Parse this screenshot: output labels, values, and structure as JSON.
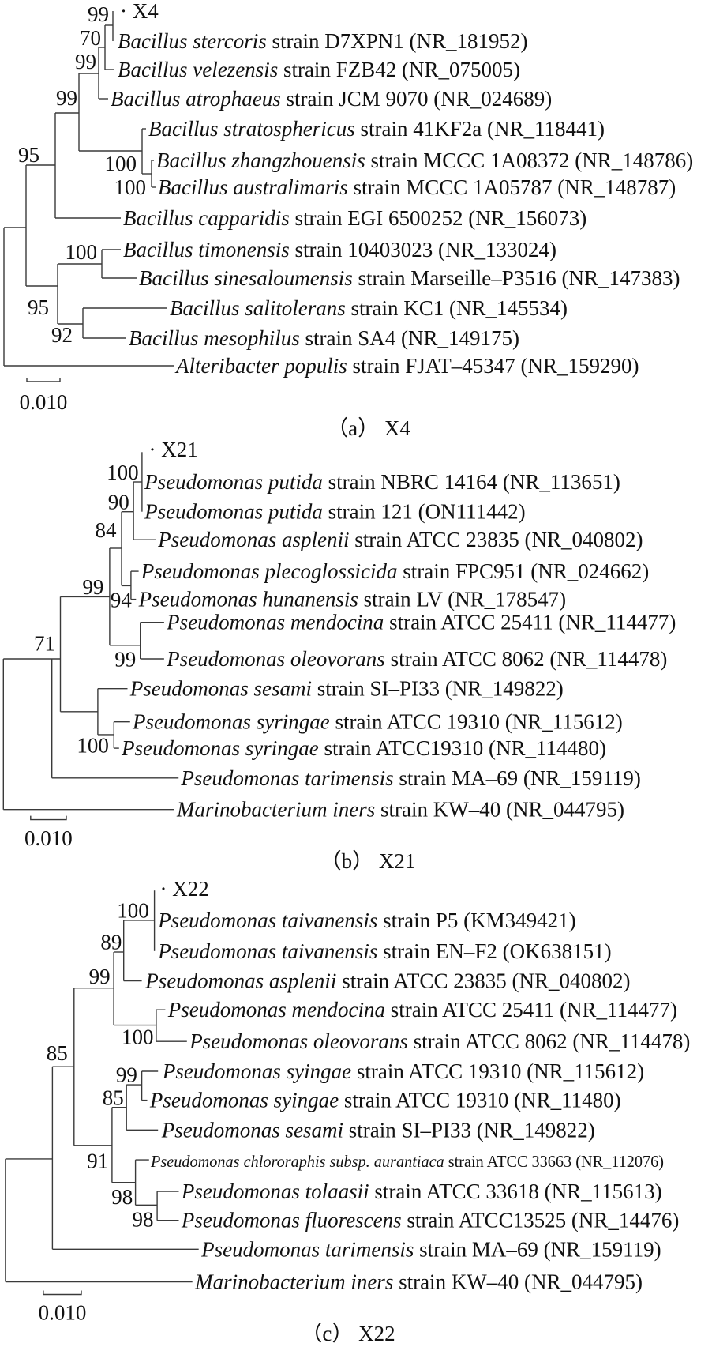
{
  "figure": {
    "panels": [
      {
        "id": "a",
        "caption": "（a） X4",
        "scale_label": "0.010",
        "bootstraps": [
          "99",
          "70",
          "99",
          "99",
          "95",
          "100",
          "100",
          "100",
          "95",
          "92"
        ],
        "leaves": [
          {
            "name": "",
            "rest": "· X4"
          },
          {
            "name": "Bacillus stercoris",
            "rest": " strain D7XPN1 (NR_181952)"
          },
          {
            "name": "Bacillus velezensis",
            "rest": " strain FZB42 (NR_075005)"
          },
          {
            "name": "Bacillus atrophaeus",
            "rest": " strain JCM 9070 (NR_024689)"
          },
          {
            "name": "Bacillus stratosphericus",
            "rest": " strain 41KF2a (NR_118441)"
          },
          {
            "name": "Bacillus zhangzhouensis",
            "rest": " strain MCCC 1A08372 (NR_148786)"
          },
          {
            "name": "Bacillus australimaris",
            "rest": " strain MCCC 1A05787 (NR_148787)"
          },
          {
            "name": "Bacillus capparidis",
            "rest": " strain EGI 6500252 (NR_156073)"
          },
          {
            "name": "Bacillus timonensis",
            "rest": " strain 10403023 (NR_133024)"
          },
          {
            "name": "Bacillus sinesaloumensis",
            "rest": " strain Marseille–P3516 (NR_147383)"
          },
          {
            "name": "Bacillus salitolerans",
            "rest": " strain KC1 (NR_145534)"
          },
          {
            "name": "Bacillus mesophilus",
            "rest": " strain SA4 (NR_149175)"
          },
          {
            "name": "Alteribacter populis",
            "rest": " strain FJAT–45347 (NR_159290)"
          }
        ]
      },
      {
        "id": "b",
        "caption": "（b） X21",
        "scale_label": "0.010",
        "bootstraps": [
          "100",
          "90",
          "84",
          "99",
          "94",
          "71",
          "99",
          "100"
        ],
        "leaves": [
          {
            "name": "",
            "rest": "· X21"
          },
          {
            "name": "Pseudomonas putida",
            "rest": " strain NBRC 14164 (NR_113651)"
          },
          {
            "name": "Pseudomonas putida",
            "rest": " strain 121 (ON111442)"
          },
          {
            "name": "Pseudomonas asplenii",
            "rest": " strain ATCC 23835 (NR_040802)"
          },
          {
            "name": "Pseudomonas plecoglossicida",
            "rest": " strain FPC951 (NR_024662)"
          },
          {
            "name": "Pseudomonas hunanensis",
            "rest": " strain LV (NR_178547)"
          },
          {
            "name": "Pseudomonas mendocina",
            "rest": " strain ATCC 25411 (NR_114477)"
          },
          {
            "name": "Pseudomonas oleovorans",
            "rest": " strain ATCC 8062 (NR_114478)"
          },
          {
            "name": "Pseudomonas sesami",
            "rest": " strain SI–PI33 (NR_149822)"
          },
          {
            "name": "Pseudomonas syringae",
            "rest": " strain ATCC 19310 (NR_115612)"
          },
          {
            "name": "Pseudomonas syringae",
            "rest": " strain ATCC19310 (NR_114480)"
          },
          {
            "name": "Pseudomonas tarimensis",
            "rest": " strain MA–69 (NR_159119)"
          },
          {
            "name": "Marinobacterium iners",
            "rest": " strain KW–40 (NR_044795)"
          }
        ]
      },
      {
        "id": "c",
        "caption": "（c） X22",
        "scale_label": "0.010",
        "bootstraps": [
          "100",
          "89",
          "99",
          "100",
          "85",
          "99",
          "85",
          "91",
          "98",
          "98"
        ],
        "leaves": [
          {
            "name": "",
            "rest": "· X22"
          },
          {
            "name": "Pseudomonas taivanensis",
            "rest": " strain P5 (KM349421)"
          },
          {
            "name": "Pseudomonas taivanensis",
            "rest": " strain EN–F2 (OK638151)"
          },
          {
            "name": "Pseudomonas asplenii",
            "rest": " strain ATCC 23835 (NR_040802)"
          },
          {
            "name": "Pseudomonas mendocina",
            "rest": " strain ATCC 25411 (NR_114477)"
          },
          {
            "name": "Pseudomonas oleovorans",
            "rest": " strain ATCC 8062 (NR_114478)"
          },
          {
            "name": "Pseudomonas syingae",
            "rest": " strain ATCC 19310 (NR_115612)"
          },
          {
            "name": "Pseudomonas syingae",
            "rest": " strain ATCC 19310 (NR_11480)"
          },
          {
            "name": "Pseudomonas sesami",
            "rest": " strain SI–PI33 (NR_149822)"
          },
          {
            "name": "Pseudomonas chlororaphis subsp. aurantiaca",
            "rest": " strain ATCC 33663 (NR_112076)"
          },
          {
            "name": "Pseudomonas tolaasii",
            "rest": " strain ATCC 33618 (NR_115613)"
          },
          {
            "name": "Pseudomonas fluorescens",
            "rest": " strain ATCC13525 (NR_14476)"
          },
          {
            "name": "Pseudomonas tarimensis",
            "rest": " strain MA–69 (NR_159119)"
          },
          {
            "name": "Marinobacterium iners",
            "rest": " strain KW–40 (NR_044795)"
          }
        ]
      }
    ]
  }
}
